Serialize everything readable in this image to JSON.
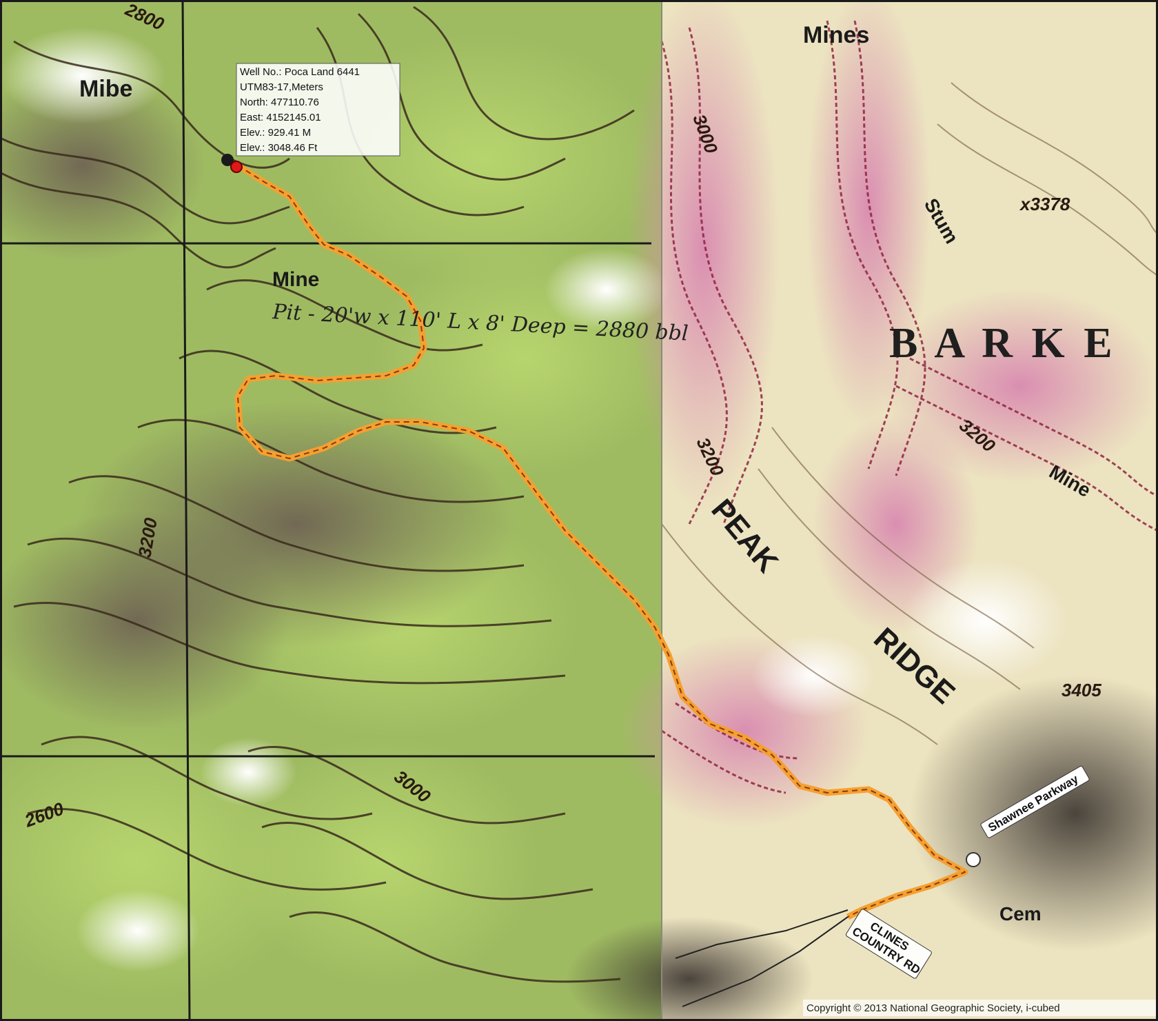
{
  "well_info": {
    "line1": "Well No.: Poca Land 6441",
    "line2": "UTM83-17,Meters",
    "line3": "North: 477110.76",
    "line4": "East: 4152145.01",
    "line5": "Elev.: 929.41 M",
    "line6": "Elev.: 3048.46 Ft"
  },
  "place_labels": {
    "mibe": "Mibe",
    "mines": "Mines",
    "mine_left": "Mine",
    "mine_right": "Mine",
    "stum": "Stum",
    "barke": "B A R K E",
    "peak": "PEAK",
    "ridge": "RIDGE",
    "cem": "Cem"
  },
  "elevation_labels": {
    "e3000_top": "3000",
    "e2800_corner": "2800",
    "e3200_left": "3200",
    "e3200_mid": "3200",
    "e3200_right": "3200",
    "e3000_bottom": "3000",
    "e2600": "2600",
    "spot_3378": "x3378",
    "spot_3405": "3405"
  },
  "handwritten_note": "Pit - 20'w x 110' L x 8' Deep = 2880 bbl",
  "road_labels": {
    "shawnee": "Shawnee Parkway",
    "clines_1": "CLINES",
    "clines_2": "COUNTRY RD"
  },
  "copyright": "Copyright © 2013 National Geographic Society, i-cubed",
  "colors": {
    "forest_green": "#a8c96a",
    "light_green": "#c9dc8a",
    "dark_slope": "#5d5247",
    "pink_ridge": "#d98ab0",
    "cream": "#efe8c4",
    "route_orange": "#f5a030",
    "contour_brown": "#3a2a1c",
    "well_marker": "#e01818"
  },
  "icons": {
    "well_marker": "well-marker-icon",
    "road_shield": "road-shield-icon"
  }
}
